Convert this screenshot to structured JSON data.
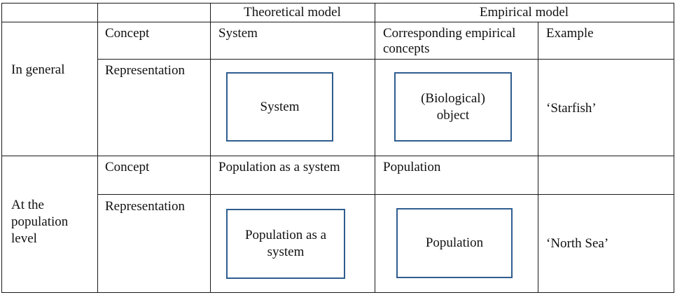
{
  "header": {
    "theoretical": "Theoretical model",
    "empirical": "Empirical model"
  },
  "rows": {
    "general": {
      "label": "In general",
      "concept_label": "Concept",
      "representation_label": "Representation",
      "theoretical_concept": "System",
      "empirical_concept": "Corresponding empirical concepts",
      "example_label": "Example",
      "theoretical_box": "System",
      "empirical_box": "(Biological) object",
      "example_value": "‘Starfish’"
    },
    "population": {
      "label": "At the population level",
      "concept_label": "Concept",
      "representation_label": "Representation",
      "theoretical_concept": "Population as a system",
      "empirical_concept": "Population",
      "theoretical_box": "Population as a system",
      "empirical_box": "Population",
      "example_value": "‘North Sea’"
    }
  }
}
